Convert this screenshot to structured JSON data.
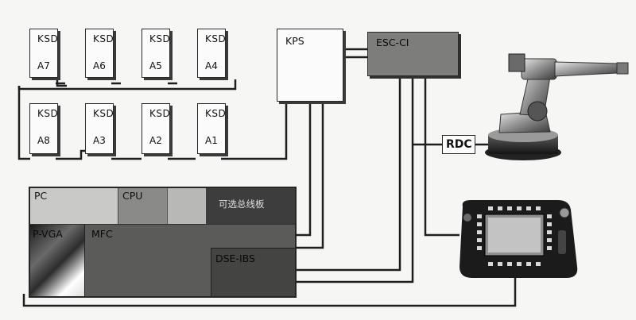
{
  "ksd_title": "KSD",
  "ksd_units": {
    "a7": "A7",
    "a6": "A6",
    "a5": "A5",
    "a4": "A4",
    "a8": "A8",
    "a3": "A3",
    "a2": "A2",
    "a1": "A1"
  },
  "kps": "KPS",
  "esc_ci": "ESC-CI",
  "rdc": "RDC",
  "pc": {
    "pc": "PC",
    "cpu": "CPU",
    "bus_board": "可选总线板",
    "vga": "P-VGA",
    "mfc": "MFC",
    "dse_ibs": "DSE-IBS"
  },
  "colors": {
    "wire": "#1e1e1e",
    "esc_fill": "#7d7d7b",
    "pc_light": "#c9c9c7",
    "mfc_dark": "#5b5b5a"
  }
}
